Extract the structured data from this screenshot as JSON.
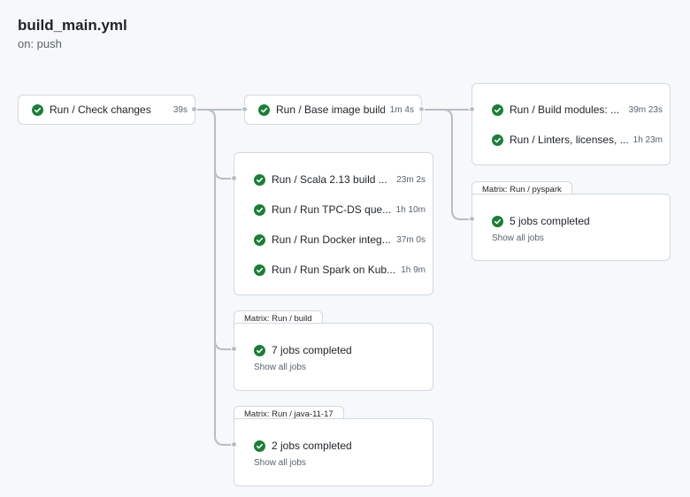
{
  "workflow": {
    "title": "build_main.yml",
    "trigger": "on: push"
  },
  "check_changes": {
    "name": "Run / Check changes",
    "duration": "39s"
  },
  "base_image": {
    "name": "Run / Base image build",
    "duration": "1m 4s"
  },
  "middle_group": [
    {
      "name": "Run / Scala 2.13 build ...",
      "duration": "23m 2s"
    },
    {
      "name": "Run / Run TPC-DS que...",
      "duration": "1h 10m"
    },
    {
      "name": "Run / Run Docker integ...",
      "duration": "37m 0s"
    },
    {
      "name": "Run / Run Spark on Kub...",
      "duration": "1h 9m"
    }
  ],
  "matrix_build": {
    "label": "Matrix: Run / build",
    "summary": "7 jobs completed",
    "link": "Show all jobs"
  },
  "matrix_java": {
    "label": "Matrix: Run / java-11-17",
    "summary": "2 jobs completed",
    "link": "Show all jobs"
  },
  "right_group": [
    {
      "name": "Run / Build modules: ...",
      "duration": "39m 23s"
    },
    {
      "name": "Run / Linters, licenses, ...",
      "duration": "1h 23m"
    }
  ],
  "matrix_pyspark": {
    "label": "Matrix: Run / pyspark",
    "summary": "5 jobs completed",
    "link": "Show all jobs"
  },
  "colors": {
    "success": "#1a7f37",
    "connector": "#b7bec7",
    "border": "#d1d9e0",
    "background": "#f6f8fa"
  },
  "icons": {
    "status": "check-circle-icon"
  }
}
